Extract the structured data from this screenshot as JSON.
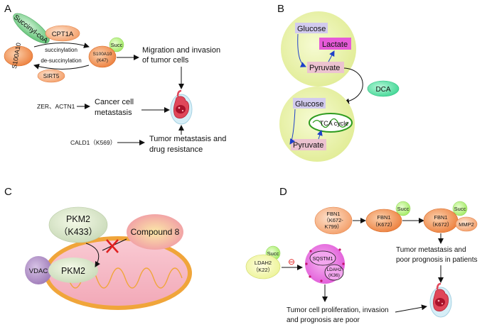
{
  "panels": {
    "A": {
      "letter": "A",
      "succinyl_coa": "Succinyl-coA",
      "cpt1a": "CPT1A",
      "s100a10": "S100A10",
      "succinylation": "succinylation",
      "desuccinylation": "de-succinylation",
      "sirt5": "SIRT5",
      "s100a10_k47_line1": "S100A10",
      "s100a10_k47_line2": "(K47)",
      "succ": "Succ",
      "migration_line1": "Migration and invasion",
      "migration_line2": "of tumor cells",
      "zer_actn1": "ZER、ACTN1",
      "cancer_line1": "Cancer cell",
      "cancer_line2": "metastasis",
      "cald1": "CALD1（K569）",
      "tumor_line1": "Tumor metastasis and",
      "tumor_line2": "drug resistance"
    },
    "B": {
      "letter": "B",
      "glucose_top": "Glucose",
      "lactate": "Lactate",
      "pyruvate_top": "Pyruvate",
      "dca": "DCA",
      "glucose_bottom": "Glucose",
      "tca": "TCA cycle",
      "pyruvate_bottom": "Pyruvate"
    },
    "C": {
      "letter": "C",
      "pkm2_k433_line1": "PKM2",
      "pkm2_k433_line2": "（K433）",
      "compound8": "Compound 8",
      "vdac": "VDAC",
      "pkm2": "PKM2"
    },
    "D": {
      "letter": "D",
      "fbn1_a_line1": "FBN1",
      "fbn1_a_line2": "（K672-",
      "fbn1_a_line3": "K799）",
      "fbn1_b_line1": "FBN1",
      "fbn1_b_line2": "（K672）",
      "succ_b": "Succ",
      "fbn1_c_line1": "FBN1",
      "fbn1_c_line2": "（K672）",
      "succ_c": "Succ",
      "mmp2": "MMP2",
      "succ_ldah2": "Succ",
      "ldah2_line1": "LDAH2",
      "ldah2_line2": "（K22）",
      "inhibit": "⊖",
      "sqstm1": "SQSTM1",
      "ldah2_k36_line1": "LDAH2",
      "ldah2_k36_line2": "(K36)",
      "tumor_meta_line1": "Tumor metastasis and",
      "tumor_meta_line2": "poor prognosis in patients",
      "prolif_line1": "Tumor cell proliferation, invasion",
      "prolif_line2": "and prognosis are poor"
    }
  },
  "colors": {
    "succinyl_green": "#79c98a",
    "orange_node": "#f08a4b",
    "pale_orange": "#f6b58a",
    "succ_green": "#b6ef6a",
    "cell_yellow": "#e7f0a6",
    "glucose_purple": "#c9c0e8",
    "lactate_magenta": "#e65ad8",
    "pyruvate_pink": "#e9b8c8",
    "dca_green": "#5fe0a6",
    "mito_pink": "#f5b8c4",
    "mito_outline": "#f0a53a",
    "vdac_purple": "#a88abf",
    "compound_pink": "#f3a0a8",
    "inhibit_red": "#e02020",
    "arrow_blue": "#1d3fc9"
  }
}
